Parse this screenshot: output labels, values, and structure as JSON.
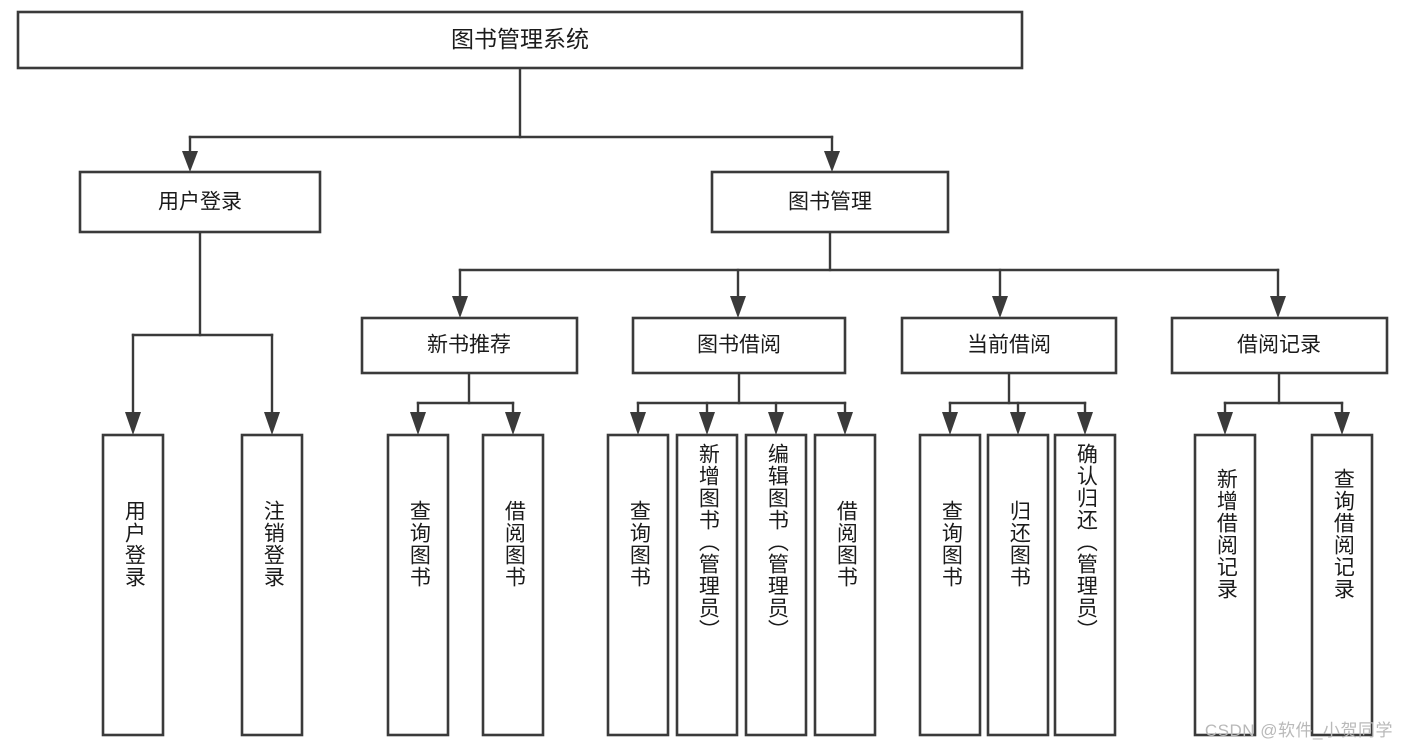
{
  "diagram": {
    "type": "tree-hierarchy",
    "title": "图书管理系统",
    "watermark": "CSDN @软件_小贺同学",
    "colors": {
      "background": "#ffffff",
      "box_fill": "#ffffff",
      "box_stroke": "#3a3a3a",
      "text": "#1b1b1b",
      "watermark": "#b9b9b9"
    },
    "levels": {
      "root": {
        "label": "图书管理系统"
      },
      "level1": [
        {
          "label": "用户登录"
        },
        {
          "label": "图书管理"
        }
      ],
      "level2": [
        {
          "label": "新书推荐"
        },
        {
          "label": "图书借阅"
        },
        {
          "label": "当前借阅"
        },
        {
          "label": "借阅记录"
        }
      ],
      "leaves": [
        {
          "label": "用户登录",
          "parent": "用户登录"
        },
        {
          "label": "注销登录",
          "parent": "用户登录"
        },
        {
          "label": "查询图书",
          "parent": "新书推荐"
        },
        {
          "label": "借阅图书",
          "parent": "新书推荐"
        },
        {
          "label": "查询图书",
          "parent": "图书借阅"
        },
        {
          "label": "新增图书（管理员）",
          "parent": "图书借阅"
        },
        {
          "label": "编辑图书（管理员）",
          "parent": "图书借阅"
        },
        {
          "label": "借阅图书",
          "parent": "图书借阅"
        },
        {
          "label": "查询图书",
          "parent": "当前借阅"
        },
        {
          "label": "归还图书",
          "parent": "当前借阅"
        },
        {
          "label": "确认归还（管理员）",
          "parent": "当前借阅"
        },
        {
          "label": "新增借阅记录",
          "parent": "借阅记录"
        },
        {
          "label": "查询借阅记录",
          "parent": "借阅记录"
        }
      ]
    }
  }
}
